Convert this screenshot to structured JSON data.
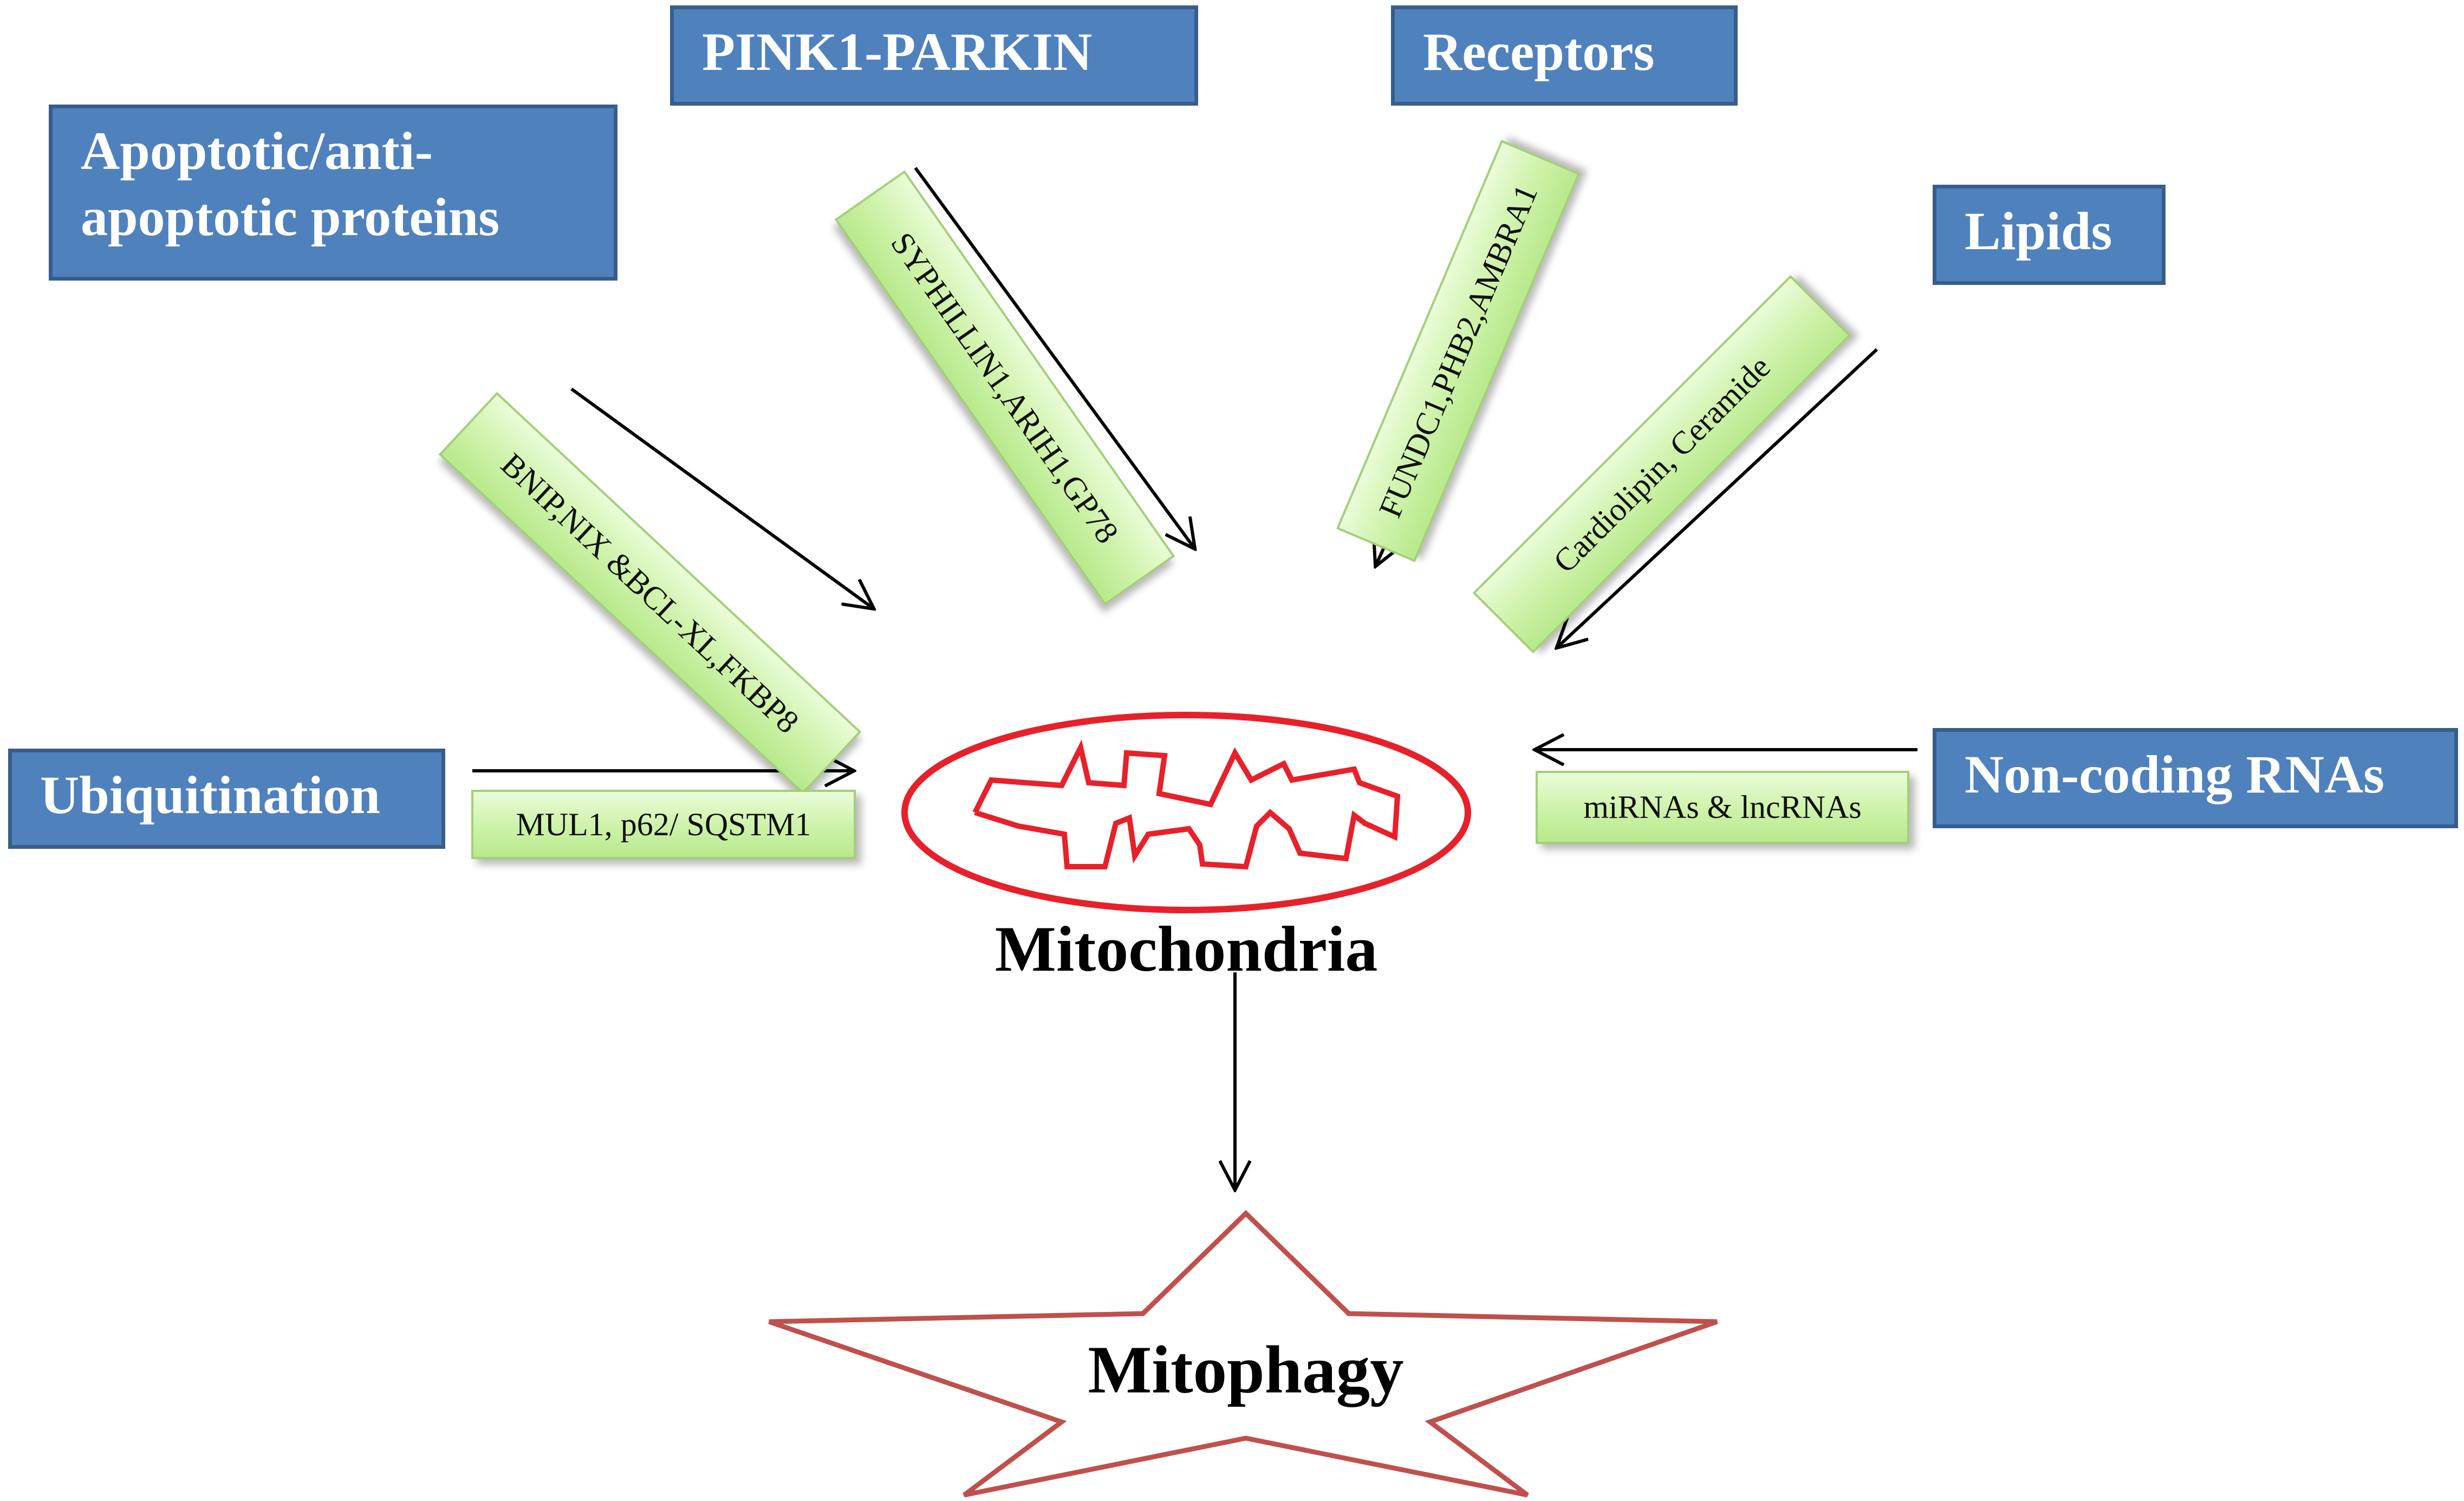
{
  "categories": {
    "apoptotic": "Apoptotic/anti-\napoptotic proteins",
    "pink1": "PINK1-PARKIN",
    "receptors": "Receptors",
    "lipids": "Lipids",
    "ubiquitination": "Ubiquitination",
    "noncoding": "Non-coding RNAs"
  },
  "factors": {
    "apoptotic": "BNIP,NIX &BCL-XL,FKBP8",
    "pink1": "SYPHILLIN1,ARIH1,GP78",
    "receptors": "FUNDC1,PHB2,AMBRA1",
    "lipids": "Cardiolipin, Ceramide",
    "ubiquitination": "MUL1, p62/ SQSTM1",
    "noncoding": "miRNAs & lncRNAs"
  },
  "center_label": "Mitochondria",
  "outcome_label": "Mitophagy",
  "colors": {
    "category_fill": "#4f81bd",
    "factor_fill": "#cdf2a8",
    "mitochondria_outline": "#e8202a",
    "star_outline": "#c0504d"
  }
}
